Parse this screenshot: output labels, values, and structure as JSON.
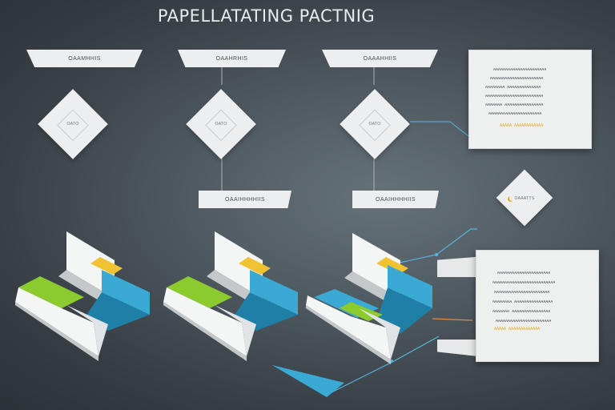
{
  "title": "PAPELLATATING PACTNIG",
  "banners": [
    {
      "label": "OAAMHHIS"
    },
    {
      "label": "OAAHRHIS"
    },
    {
      "label": "OAAAHHIIS"
    },
    {
      "label": "OAAIHHHHIIS"
    },
    {
      "label": "OAAIHHHHIIS"
    }
  ],
  "diamonds": [
    {
      "label": "OATO"
    },
    {
      "label": "OATO"
    },
    {
      "label": "OATO"
    },
    {
      "label": "OAAATTS"
    }
  ],
  "cards": {
    "top": {
      "lines": [
        "AAAAAAAAAAAAAAAAAAAAAA",
        "AAAAAAAAAAAAAAAAAAAAAA",
        "AAAAAAAA AAAAAAAAAAAAAA",
        "AAAAAAAAAAAAAAAAAAAAAAAA",
        "AAAAAAA AAAAAAAAAAAAAAAA",
        "AAAAAAAAAAAAAAAAAAAAAA"
      ],
      "accent": "AAAAA AAAAAAAAAAAA"
    },
    "bottom": {
      "lines": [
        "AAAAAAAAAAAAAAAAAAAAAA",
        "AAAAAAAAAAAAAAAAAAAAAAAAAA",
        "AAAAAAAAAAAAAAAAAAAAAAA",
        "AAAAAAAA AAAAAAAAAAAAAAAA",
        "AAAAAAA AAAAAAAAAAAAAAAA",
        "AAAAAAAAAAAAAAAAAAAAAAA"
      ],
      "accent": "AAAAA AAAAAAAAAAAAA"
    }
  },
  "colors": {
    "card": "#eef0f0",
    "blue": "#3aa9d3",
    "blue_dark": "#1f7fa6",
    "green": "#8ccb2d",
    "yellow": "#f1c232",
    "white": "#f4f5f5",
    "grey_face": "#c4c8cb",
    "line_blue": "#58b4de",
    "line_orange": "#e08a4a"
  }
}
